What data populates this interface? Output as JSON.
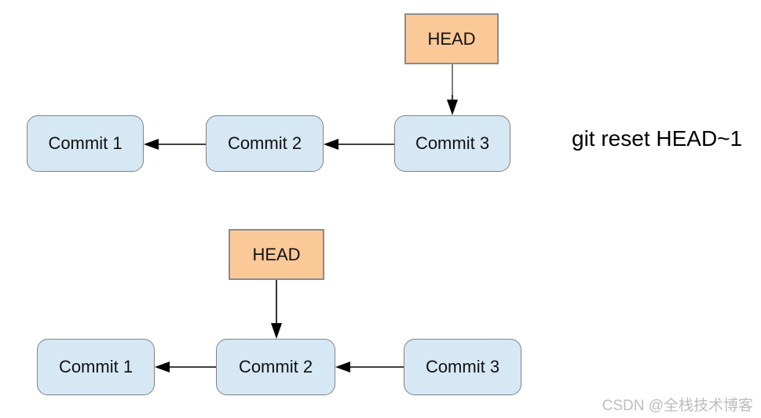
{
  "diagram": {
    "command": "git reset HEAD~1",
    "watermark": "CSDN @全栈技术博客",
    "colors": {
      "head_fill": "#fbc998",
      "head_border": "#8c8c8c",
      "commit_fill": "#d6e8f4",
      "commit_border": "#828282",
      "arrow": "#000000",
      "connector_gray": "#7f7f7f",
      "watermark_color": "#bdbdbd"
    },
    "before": {
      "head_label": "HEAD",
      "head_points_to": "Commit 3",
      "commits": [
        "Commit 1",
        "Commit 2",
        "Commit 3"
      ]
    },
    "after": {
      "head_label": "HEAD",
      "head_points_to": "Commit 2",
      "commits": [
        "Commit 1",
        "Commit 2",
        "Commit 3"
      ]
    }
  }
}
